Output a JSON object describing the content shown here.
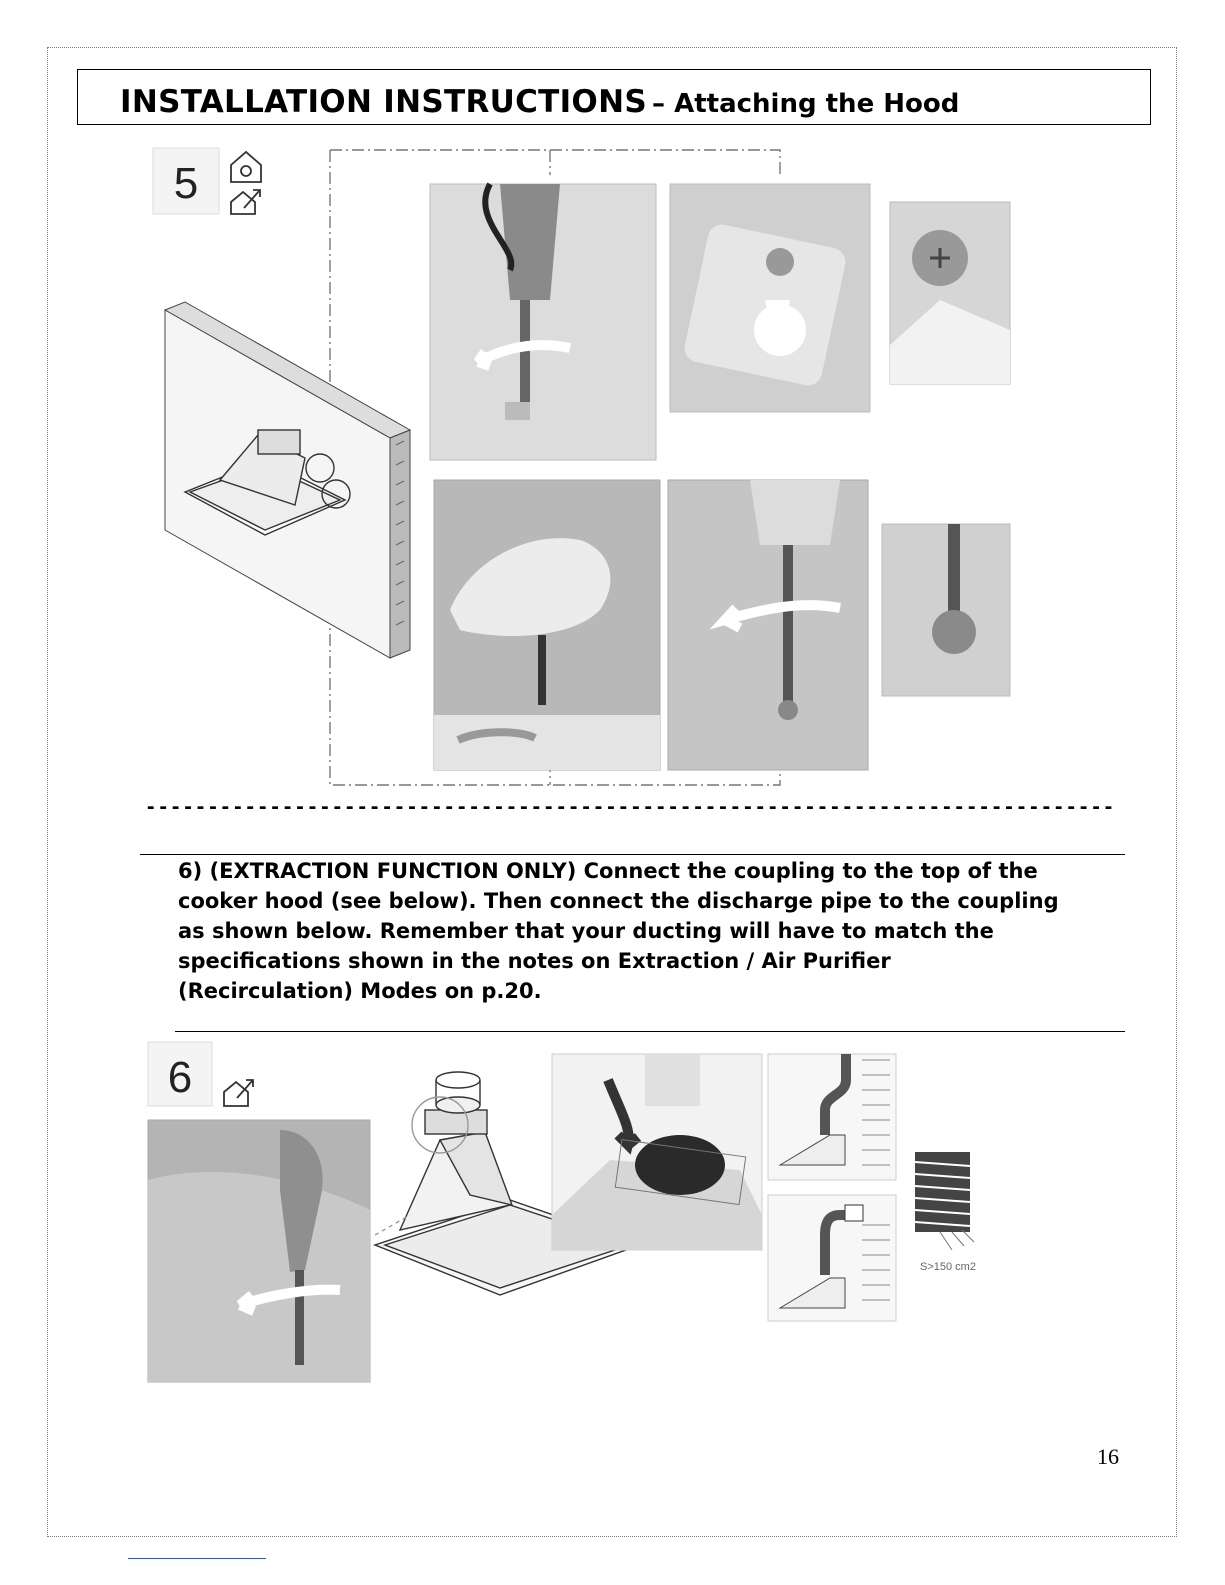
{
  "header": {
    "title_main": "INSTALLATION INSTRUCTIONS",
    "title_sub": "– Attaching the Hood"
  },
  "step5": {
    "number": "5"
  },
  "separator": "----------------------------------------------------------------------------------------------",
  "instruction": {
    "lines": [
      "6) (EXTRACTION FUNCTION ONLY) Connect the coupling to the top of the",
      "cooker hood (see below).  Then connect the discharge pipe to the coupling",
      "as shown below.  Remember that your ducting will have to match the",
      "specifications shown in the notes on Extraction / Air Purifier",
      "(Recirculation) Modes on p.20."
    ]
  },
  "step6": {
    "number": "6",
    "vent_label": "S>150 cm2"
  },
  "page_number": "16"
}
